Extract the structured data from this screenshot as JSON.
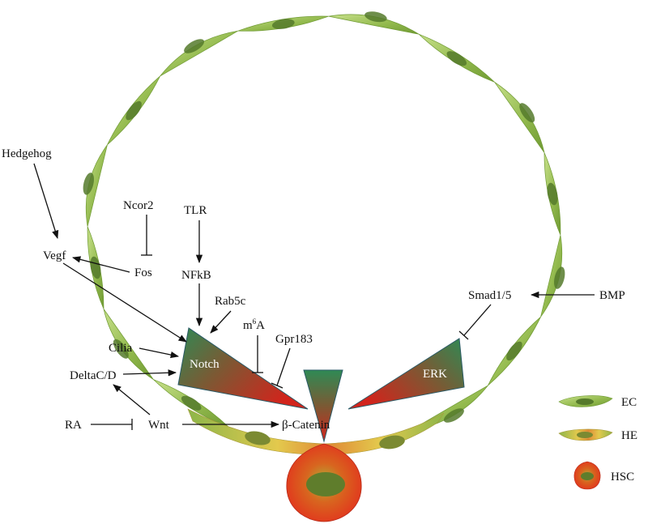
{
  "labels": {
    "hedgehog": "Hedgehog",
    "vegf": "Vegf",
    "ncor2": "Ncor2",
    "fos": "Fos",
    "tlr": "TLR",
    "nfkb": "NFkB",
    "rab5c": "Rab5c",
    "m6a_base": "m",
    "m6a_sup": "6",
    "m6a_tail": "A",
    "gpr183": "Gpr183",
    "cilia": "Cilia",
    "deltacd": "DeltaC/D",
    "notch": "Notch",
    "ra": "RA",
    "wnt": "Wnt",
    "bcatenin": "β-Catenin",
    "smad15": "Smad1/5",
    "bmp": "BMP",
    "erk": "ERK"
  },
  "legend": [
    {
      "key": "ec",
      "label": "EC"
    },
    {
      "key": "he",
      "label": "HE"
    },
    {
      "key": "hsc",
      "label": "HSC"
    }
  ],
  "colors": {
    "ec_light": "#b6d572",
    "ec_dark": "#6f9a33",
    "nucleus": "#557a2b",
    "he_yellow": "#e8cf4e",
    "hsc_red": "#e2351d",
    "notch_green": "#3f8a4e",
    "gradient_red": "#c9261f"
  }
}
